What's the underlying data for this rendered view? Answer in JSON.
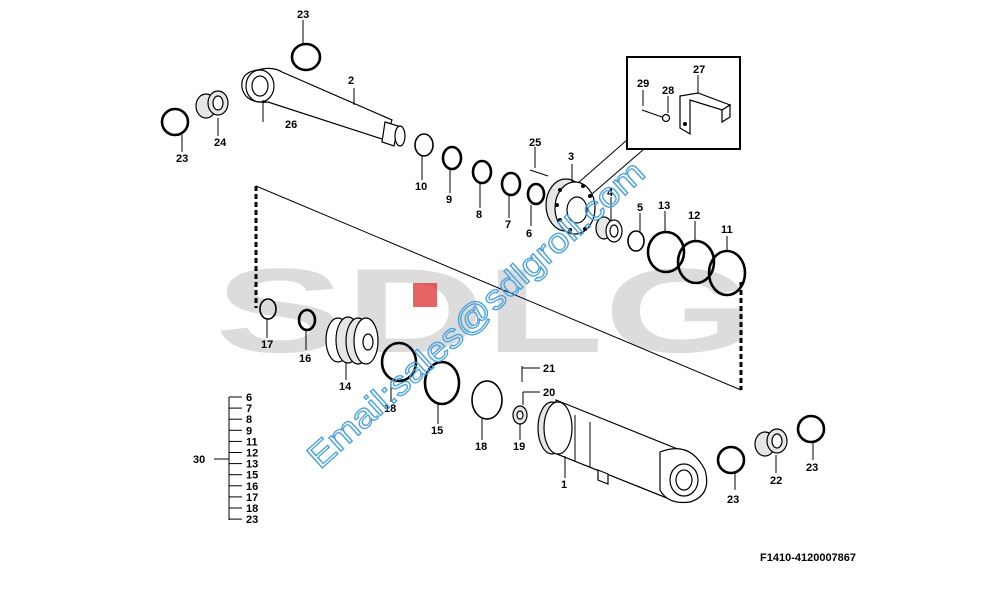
{
  "figure_code": "F1410-4120007867",
  "watermark": {
    "logo_text": "SDLG",
    "email_text": "Email:sales@sdlgroll.com",
    "logo_color": "#dcdcdc",
    "accent_color": "#e03030",
    "email_color": "#4aa3e0"
  },
  "labels": {
    "p1": "1",
    "p2": "2",
    "p3": "3",
    "p4": "4",
    "p5": "5",
    "p6": "6",
    "p7": "7",
    "p8": "8",
    "p9": "9",
    "p10": "10",
    "p11": "11",
    "p12": "12",
    "p13": "13",
    "p14": "14",
    "p15": "15",
    "p16": "16",
    "p17": "17",
    "p18a": "18",
    "p18b": "18",
    "p19": "19",
    "p20": "20",
    "p21": "21",
    "p22": "22",
    "p23a": "23",
    "p23b": "23",
    "p23c": "23",
    "p23d": "23",
    "p24": "24",
    "p25": "25",
    "p26": "26",
    "p27": "27",
    "p28": "28",
    "p29": "29"
  },
  "kit": {
    "label": "30",
    "items": [
      "6",
      "7",
      "8",
      "9",
      "11",
      "12",
      "13",
      "15",
      "16",
      "17",
      "18",
      "23"
    ]
  }
}
